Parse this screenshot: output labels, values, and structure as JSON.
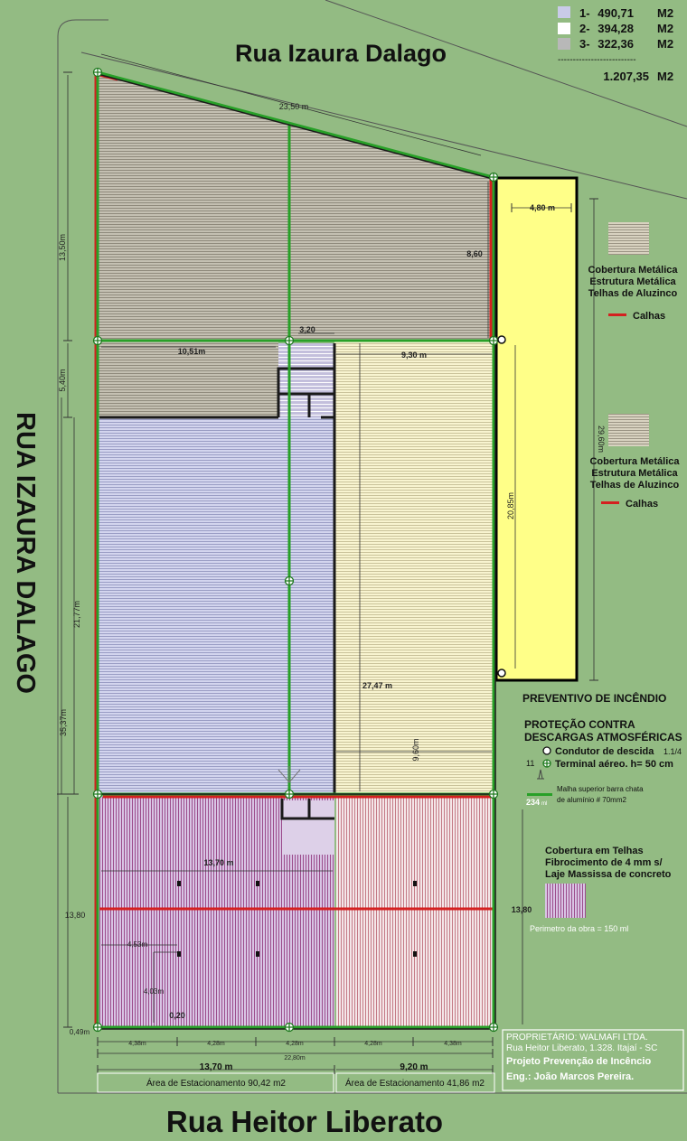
{
  "streets": {
    "top": "Rua Izaura Dalago",
    "left": "RUA IZAURA DALAGO",
    "bottom": "Rua Heitor Liberato"
  },
  "areas": {
    "rows": [
      {
        "num": "1-",
        "value": "490,71",
        "unit": "M2",
        "color": "#c9cbe8"
      },
      {
        "num": "2-",
        "value": "394,28",
        "unit": "M2",
        "color": "#ffffff"
      },
      {
        "num": "3-",
        "value": "322,36",
        "unit": "M2",
        "color": "#b8b8b8"
      }
    ],
    "separator": "--------------------------",
    "total": "1.207,35",
    "total_unit": "M2"
  },
  "dimensions": {
    "top_width": "23,50 m",
    "left_top": "13,50m",
    "left_mid": "5,40m",
    "left_21": "21,77m",
    "left_35": "35,37m",
    "left_bottom": "13,80",
    "left_small": "0,49m",
    "annex_width": "4,80 m",
    "annex_height": "29,60m",
    "d_860": "8,60",
    "d_320": "3,20",
    "d_1051": "10,51m",
    "d_930": "9,30 m",
    "d_2085": "20,85m",
    "d_2747": "27,47 m",
    "d_960": "9,60m",
    "d_1370a": "13,70 m",
    "d_453": "4,53m",
    "d_403": "4,03m",
    "d_020": "0,20",
    "right_1380": "13,80",
    "bot_438": "4,38m",
    "bot_428": "4,28m",
    "bot_2280": "22,80m",
    "bot_1370": "13,70 m",
    "bot_920": "9,20 m"
  },
  "parking": {
    "left": "Área de Estacionamento 90,42 m2",
    "right": "Área de Estacionamento 41,86 m2"
  },
  "legend": {
    "metal1": [
      "Cobertura Metálica",
      "Estrutura Metálica",
      "Telhas de Aluzinco"
    ],
    "calhas": "Calhas",
    "metal2": [
      "Cobertura Metálica",
      "Estrutura Metálica",
      "Telhas de Aluzinco"
    ],
    "calhas2": "Calhas",
    "preventivo": "PREVENTIVO DE INCÊNDIO",
    "protecao": [
      "PROTEÇÃO CONTRA",
      "DESCARGAS ATMOSFÉRICAS"
    ],
    "condutor": "Condutor de descida",
    "condutor_size": "1.1/4",
    "terminal": "Terminal aéreo. h= 50 cm",
    "num11": "11",
    "malha": [
      "Malha superior barra chata",
      "de alumínio # 70mm2"
    ],
    "num234": "234",
    "ml": "ml",
    "fibro": [
      "Cobertura em Telhas",
      "Fibrocimento de 4 mm s/",
      "Laje Massissa de concreto"
    ],
    "perimetro": "Perimetro da obra = 150 ml"
  },
  "owner": {
    "line1": "PROPRIETÁRIO: WALMAFI LTDA.",
    "line2": "Rua Heitor Liberato, 1.328. Itajaí - SC",
    "line3": "Projeto Prevenção de Incêncio",
    "line4": "Eng.: João Marcos Pereira."
  }
}
